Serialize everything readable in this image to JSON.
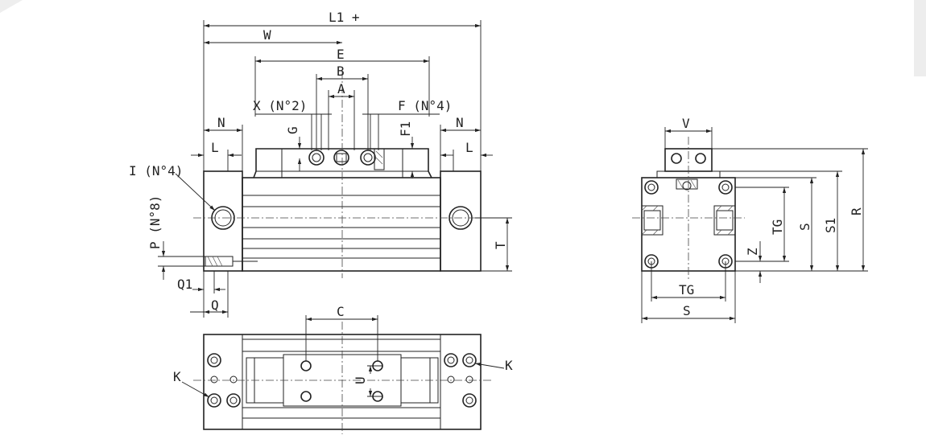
{
  "labels": {
    "L1": "L1 +",
    "W": "W",
    "E": "E",
    "B": "B",
    "A": "A",
    "X": "X (N°2)",
    "F": "F (N°4)",
    "N_left": "N",
    "N_right": "N",
    "L_left": "L",
    "L_right": "L",
    "G": "G",
    "F1": "F1",
    "I": "I (N°4)",
    "P": "P (N°8)",
    "T": "T",
    "Q1": "Q1",
    "Q": "Q",
    "C": "C",
    "U": "U",
    "K_left": "K",
    "K_right": "K",
    "V": "V",
    "TG_vert": "TG",
    "S_vert": "S",
    "S1": "S1",
    "R": "R",
    "Z": "Z",
    "TG_horiz": "TG",
    "S_horiz": "S"
  },
  "colors": {
    "line": "#222222",
    "background": "#ffffff"
  }
}
